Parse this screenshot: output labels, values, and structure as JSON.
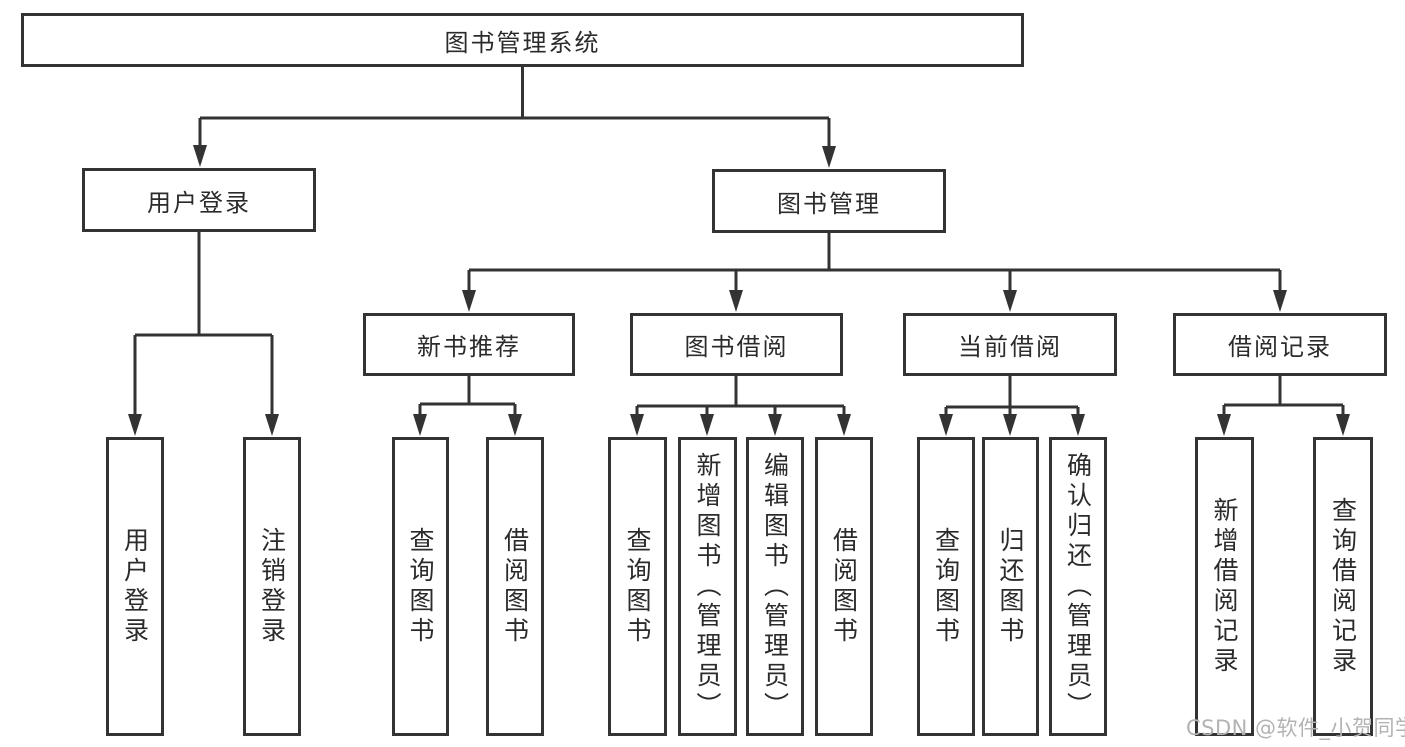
{
  "diagram": {
    "title": "图书管理系统",
    "root": {
      "label": "图书管理系统"
    },
    "branches": [
      {
        "label": "用户登录"
      },
      {
        "label": "图书管理"
      }
    ],
    "modules": [
      {
        "label": "新书推荐"
      },
      {
        "label": "图书借阅"
      },
      {
        "label": "当前借阅"
      },
      {
        "label": "借阅记录"
      }
    ],
    "leaves": [
      {
        "label": "用户登录"
      },
      {
        "label": "注销登录"
      },
      {
        "label": "查询图书"
      },
      {
        "label": "借阅图书"
      },
      {
        "label": "查询图书"
      },
      {
        "label": "新增图书（管理员）"
      },
      {
        "label": "编辑图书（管理员）"
      },
      {
        "label": "借阅图书"
      },
      {
        "label": "查询图书"
      },
      {
        "label": "归还图书"
      },
      {
        "label": "确认归还（管理员）"
      },
      {
        "label": "新增借阅记录"
      },
      {
        "label": "查询借阅记录"
      }
    ],
    "colors": {
      "line": "#333333",
      "text": "#2b2b2b",
      "box_background": "#ffffff"
    }
  },
  "watermark": {
    "text": "CSDN @软件_小贺同学",
    "color": "#b3b3b3"
  }
}
